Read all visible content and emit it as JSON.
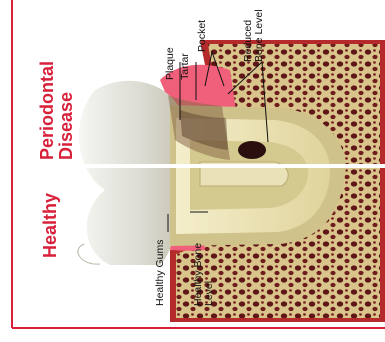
{
  "titles": {
    "healthy": "Healthy",
    "disease_line1": "Periodontal",
    "disease_line2": "Disease"
  },
  "labels": {
    "plaque": "Plaque",
    "tartar": "Tartar",
    "pocket": "Pocket",
    "reduced_bone_line1": "Reduced",
    "reduced_bone_line2": "Bone Level",
    "healthy_gums": "Healthy Gums",
    "healthy_bone_line1": "Healthy Bone",
    "healthy_bone_line2": "Level"
  },
  "colors": {
    "title_red": "#d8203a",
    "border_red": "#d8203a",
    "gum_pink": "#f0607a",
    "bone_tan": "#d8c68e",
    "bone_pore": "#6a1a1a",
    "bone_red": "#b42828",
    "tooth": "#ecebe6"
  }
}
